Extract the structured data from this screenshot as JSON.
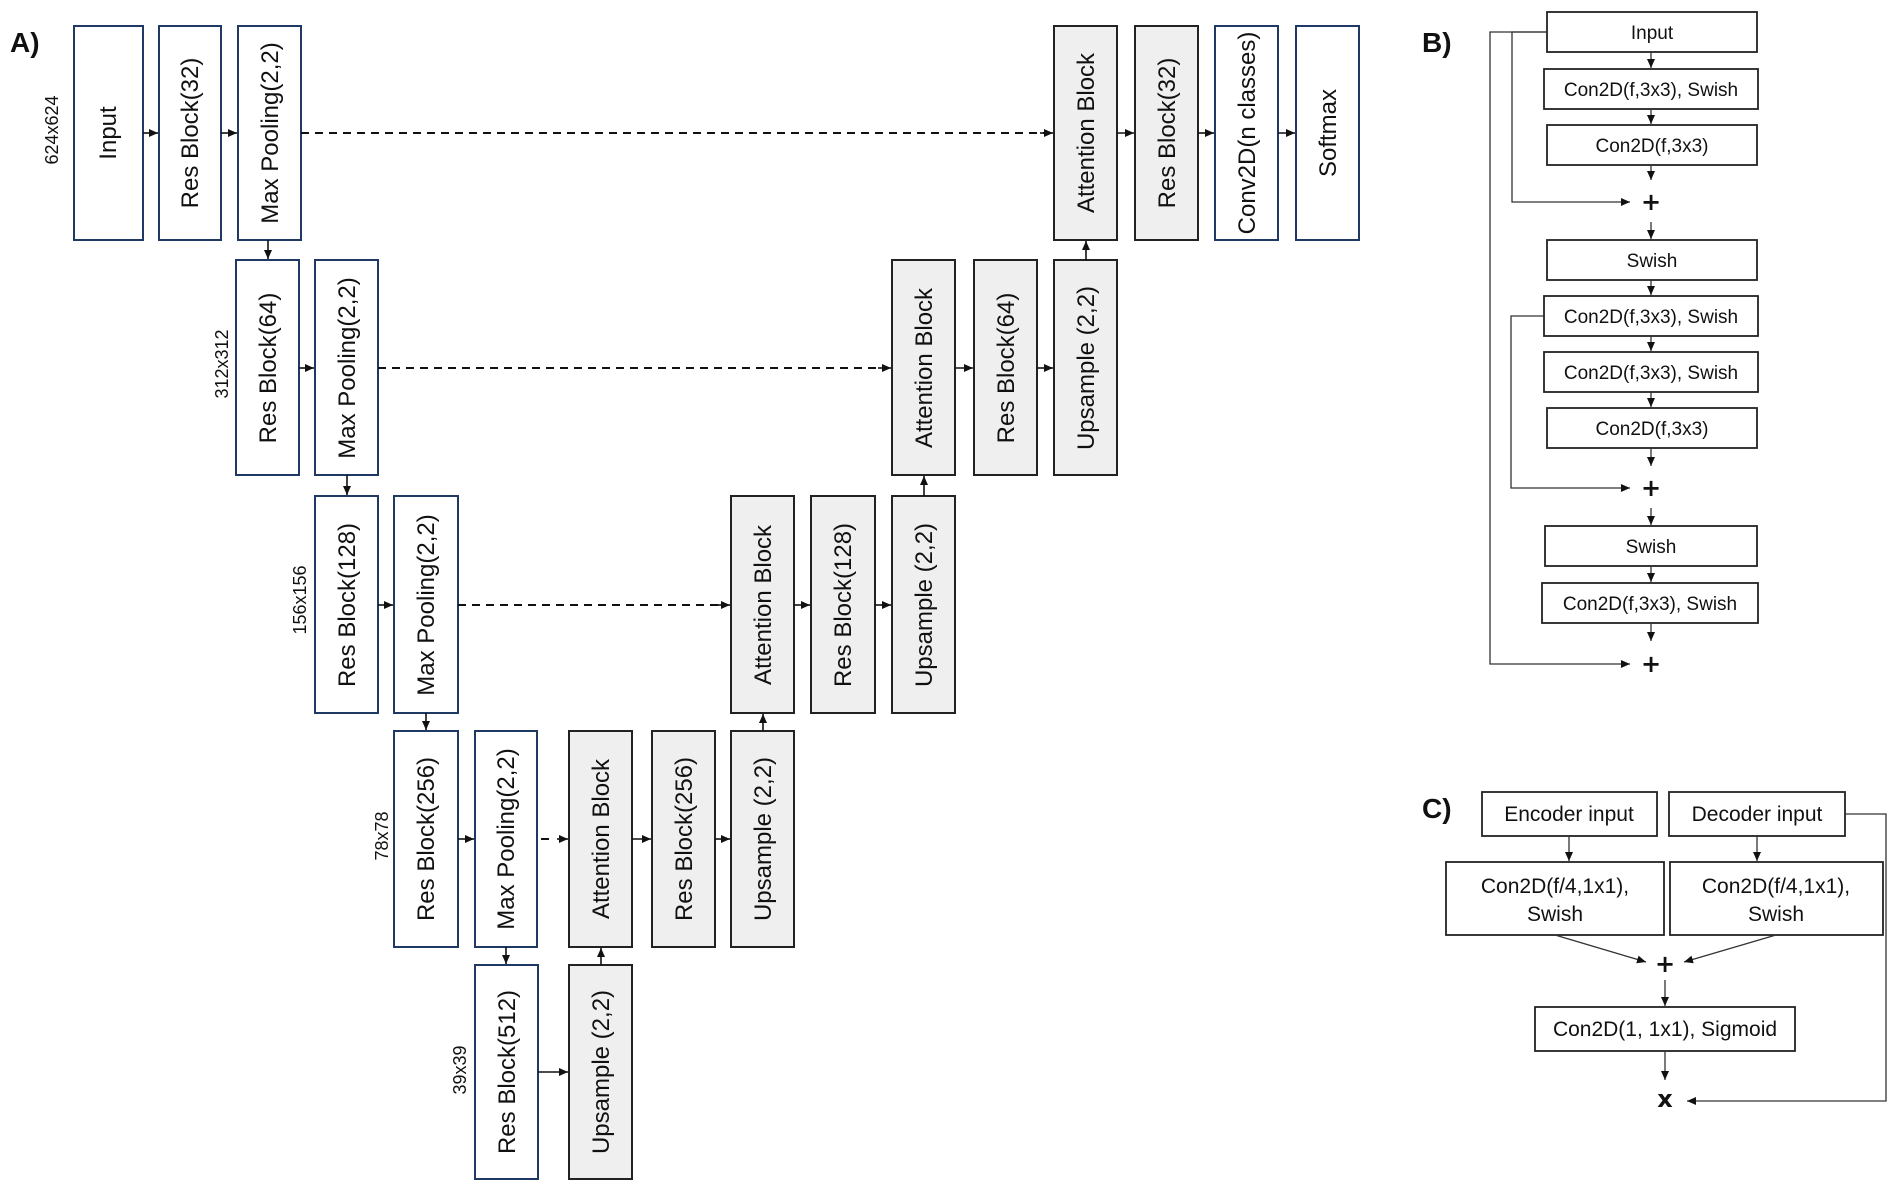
{
  "panels": {
    "a": "A)",
    "b": "B)",
    "c": "C)"
  },
  "resolutions": {
    "r624": "624x624",
    "r312": "312x312",
    "r156": "156x156",
    "r78": "78x78",
    "r39": "39x39"
  },
  "network": {
    "input": "Input",
    "res32": "Res Block(32)",
    "pool": "Max Pooling(2,2)",
    "res64": "Res Block(64)",
    "res128": "Res Block(128)",
    "res256": "Res Block(256)",
    "res512": "Res Block(512)",
    "attention": "Attention Block",
    "upsample": "Upsample (2,2)",
    "conv_out": "Conv2D(n classes)",
    "softmax": "Softmax"
  },
  "res_block": {
    "input": "Input",
    "conv_swish": "Con2D(f,3x3), Swish",
    "conv": "Con2D(f,3x3)",
    "swish": "Swish",
    "plus": "+"
  },
  "attention_block": {
    "encoder_input": "Encoder input",
    "decoder_input": "Decoder input",
    "conv_quarter_1": "Con2D(f/4,1x1),",
    "conv_quarter_2": "Swish",
    "sigmoid": "Con2D(1, 1x1), Sigmoid",
    "plus": "+",
    "times": "x"
  }
}
